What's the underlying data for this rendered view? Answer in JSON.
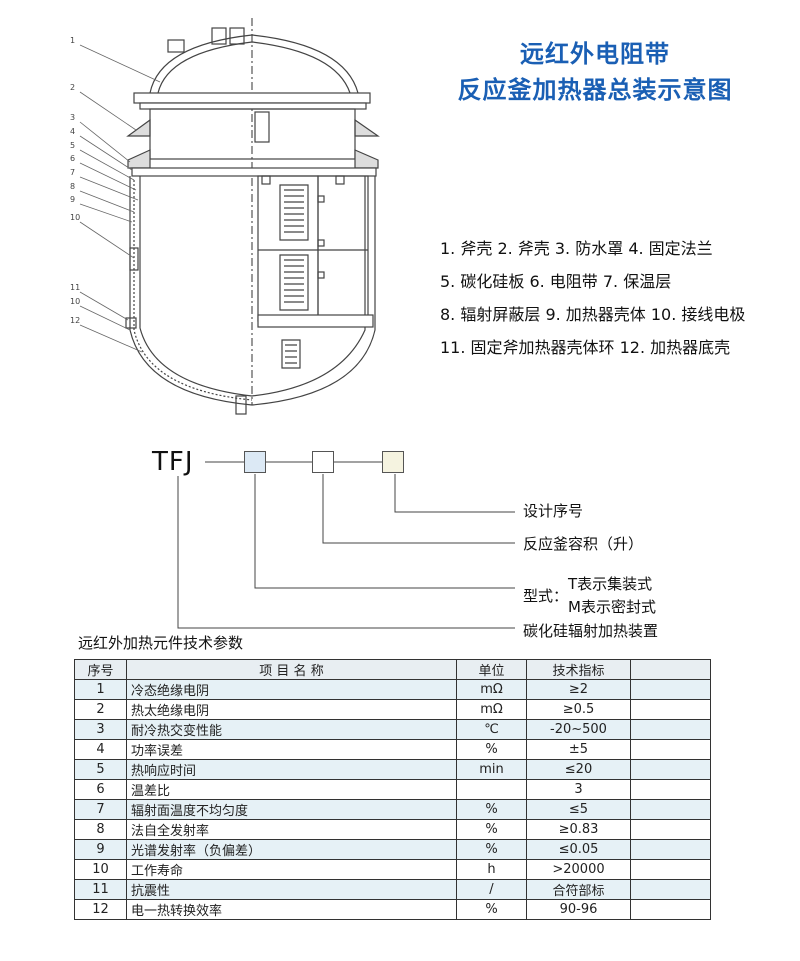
{
  "title": {
    "line1": "远红外电阻带",
    "line2": "反应釜加热器总装示意图"
  },
  "diagram": {
    "callouts": [
      "1",
      "2",
      "3",
      "4",
      "5",
      "6",
      "7",
      "8",
      "9",
      "10",
      "11",
      "10",
      "12"
    ]
  },
  "legend": [
    "1. 斧壳  2. 斧壳  3. 防水罩  4. 固定法兰",
    "5. 碳化硅板  6. 电阻带  7. 保温层",
    "8. 辐射屏蔽层  9. 加热器壳体  10. 接线电极",
    "11. 固定斧加热器壳体环  12. 加热器底壳"
  ],
  "code": {
    "prefix": "TFJ",
    "labels": {
      "design_no": "设计序号",
      "volume": "反应釜容积（升）",
      "type_label": "型式：",
      "type_t": "T表示集装式",
      "type_m": "M表示密封式",
      "device": "碳化硅辐射加热装置"
    },
    "box_colors": [
      "#dce9f5",
      "#ffffff",
      "#f5f3e0"
    ]
  },
  "table": {
    "title": "远红外加热元件技术参数",
    "headers": [
      "序号",
      "项  目  名  称",
      "单位",
      "技术指标",
      ""
    ],
    "rows": [
      [
        "1",
        "冷态绝缘电阴",
        "mΩ",
        "≥2"
      ],
      [
        "2",
        "热太绝缘电阴",
        "mΩ",
        "≥0.5"
      ],
      [
        "3",
        "耐冷热交变性能",
        "℃",
        "-20~500"
      ],
      [
        "4",
        "功率误差",
        "%",
        "±5"
      ],
      [
        "5",
        "热响应时间",
        "min",
        "≤20"
      ],
      [
        "6",
        "温差比",
        "",
        "3"
      ],
      [
        "7",
        "辐射面温度不均匀度",
        "%",
        "≤5"
      ],
      [
        "8",
        "法自全发射率",
        "%",
        "≥0.83"
      ],
      [
        "9",
        "光谱发射率（负偏差）",
        "%",
        "≤0.05"
      ],
      [
        "10",
        "工作寿命",
        "h",
        ">20000"
      ],
      [
        "11",
        "抗震性",
        "/",
        "合符部标"
      ],
      [
        "12",
        "电一热转换效率",
        "%",
        "90-96"
      ]
    ]
  }
}
